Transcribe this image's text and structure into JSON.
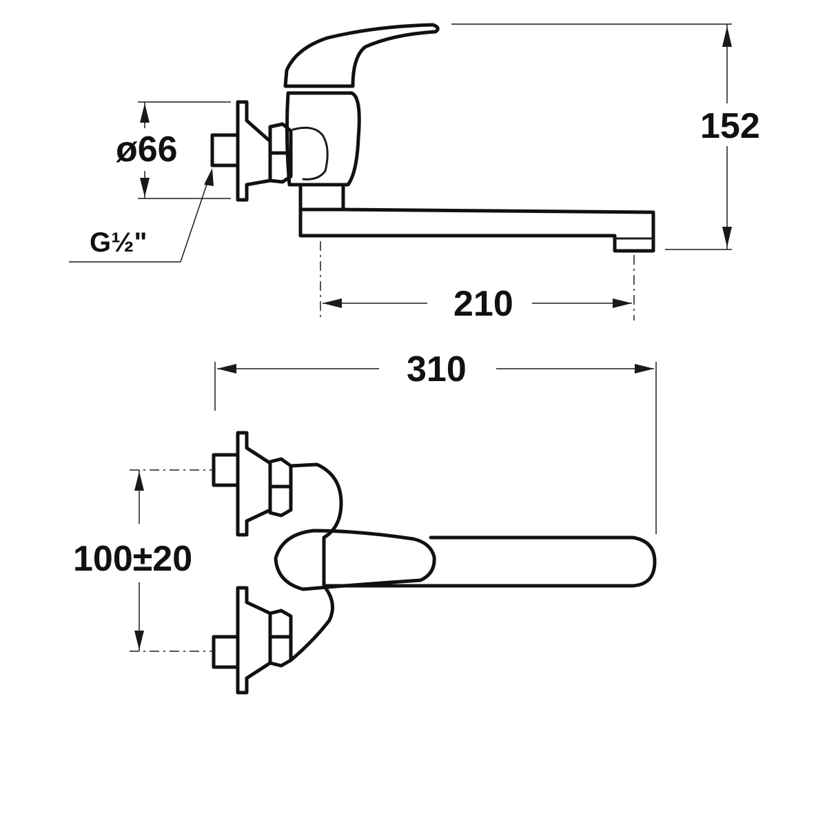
{
  "dimensions": {
    "height": "152",
    "flange_diameter": "ø66",
    "thread": "G½\"",
    "spout_reach": "210",
    "overall_width": "310",
    "inlet_spacing": "100±20"
  }
}
